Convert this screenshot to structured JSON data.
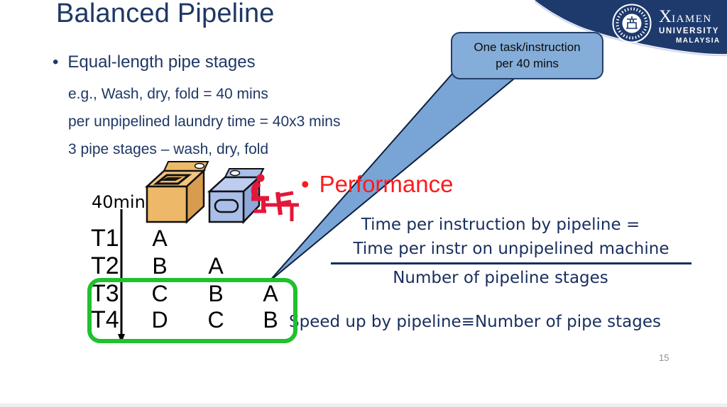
{
  "slide": {
    "title": "Balanced Pipeline",
    "page_number": "15",
    "bullet_glyph": "•"
  },
  "logo": {
    "name_initial": "X",
    "name_rest": "IAMEN",
    "line2": "UNIVERSITY",
    "line3": "MALAYSIA"
  },
  "content": {
    "bullet": "Equal-length pipe stages",
    "sub_lines": [
      "e.g., Wash, dry, fold = 40 mins",
      "per unpipelined laundry time = 40x3 mins",
      "3 pipe stages – wash, dry, fold"
    ]
  },
  "callout": {
    "line1": "One task/instruction",
    "line2": "per 40 mins"
  },
  "pipeline_table": {
    "time_label": "40min",
    "stage_icons": [
      "washing-machine-icon",
      "dryer-icon",
      "folding-person-icon"
    ],
    "rows": [
      {
        "time": "T1",
        "cells": [
          "A",
          "",
          ""
        ]
      },
      {
        "time": "T2",
        "cells": [
          "B",
          "A",
          ""
        ]
      },
      {
        "time": "T3",
        "cells": [
          "C",
          "B",
          "A"
        ]
      },
      {
        "time": "T4",
        "cells": [
          "D",
          "C",
          "B"
        ]
      }
    ],
    "highlighted_rows": "T3–T4"
  },
  "performance": {
    "heading": "Performance",
    "formula_intro": "Time per instruction by pipeline =",
    "numerator": "Time per instr on unpipelined machine",
    "denominator": "Number of pipeline stages",
    "speedup": "Speed up by pipeline≡Number of pipe stages"
  },
  "colors": {
    "navy_text": "#1f3864",
    "formula_navy": "#182e5e",
    "performance_red": "#fb1b1e",
    "person_crimson": "#e4173a",
    "highlight_green": "#1fc12d",
    "callout_fill": "#85add9",
    "banner_navy": "#1e3a6d",
    "washer_tan": "#edb868",
    "dryer_blue": "#a9bfe9"
  }
}
